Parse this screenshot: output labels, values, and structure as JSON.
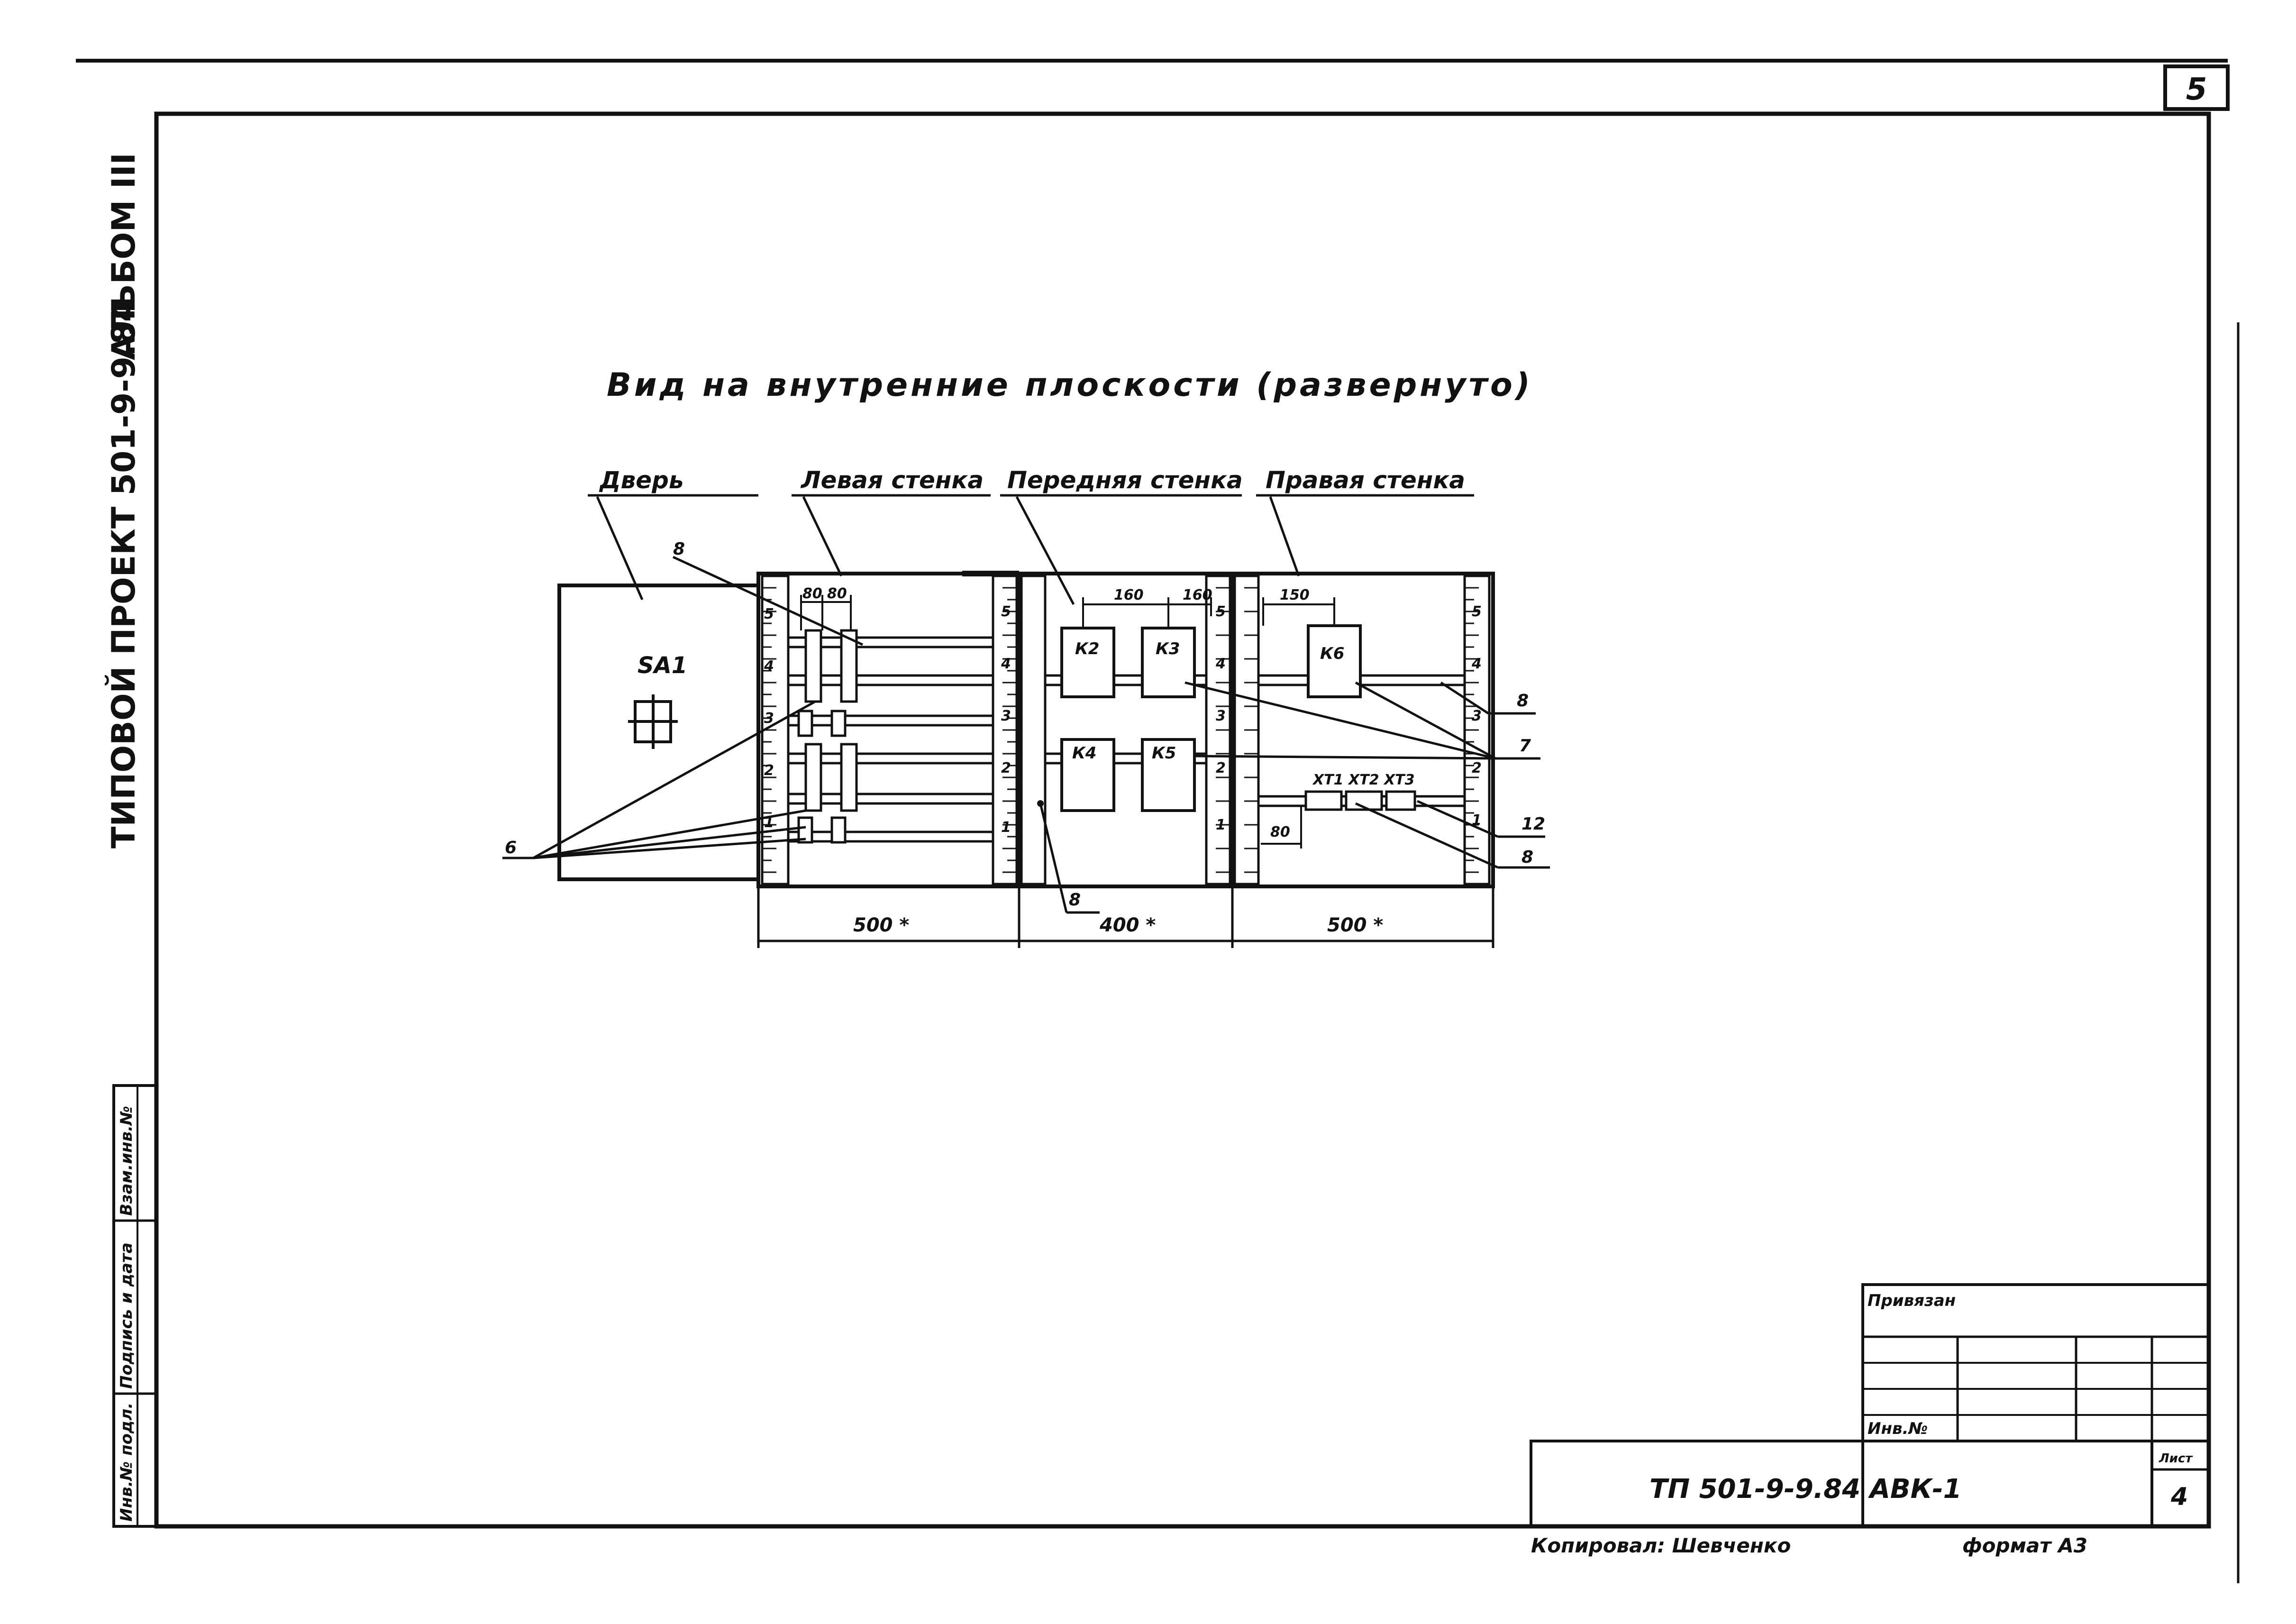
{
  "page_number": "5",
  "side_labels": {
    "project": "ТИПОВОЙ ПРОЕКТ 501-9-9.84",
    "album": "АЛЬБОМ III"
  },
  "stamp_column": [
    "Инв.№ подл.",
    "Подпись и дата",
    "Взам.инв.№"
  ],
  "drawing": {
    "title": "Вид на внутренние плоскости (развернуто)",
    "sections": {
      "door": "Дверь",
      "left_wall": "Левая стенка",
      "front_wall": "Передняя стенка",
      "right_wall": "Правая стенка"
    },
    "door_device": "SA1",
    "components": [
      "К2",
      "К3",
      "К4",
      "К5",
      "К6",
      "ХТ1",
      "ХТ2",
      "ХТ3"
    ],
    "dimensions": {
      "d80": "80",
      "d150": "150",
      "d160": "160",
      "bottom_left": "500 *",
      "bottom_mid": "400 *",
      "bottom_right": "500 *"
    },
    "callouts": [
      "8",
      "6",
      "8",
      "7",
      "12",
      "8",
      "8"
    ],
    "scale_numbers": [
      "5",
      "4",
      "3",
      "2",
      "1"
    ]
  },
  "title_block": {
    "privyazan": "Привязан",
    "inv_no": "Инв.№",
    "designation": "ТП 501-9-9.84  АВК-1",
    "sheet_label": "Лист",
    "sheet_number": "4",
    "copied_by": "Копировал: Шевченко",
    "format": "формат А3"
  }
}
